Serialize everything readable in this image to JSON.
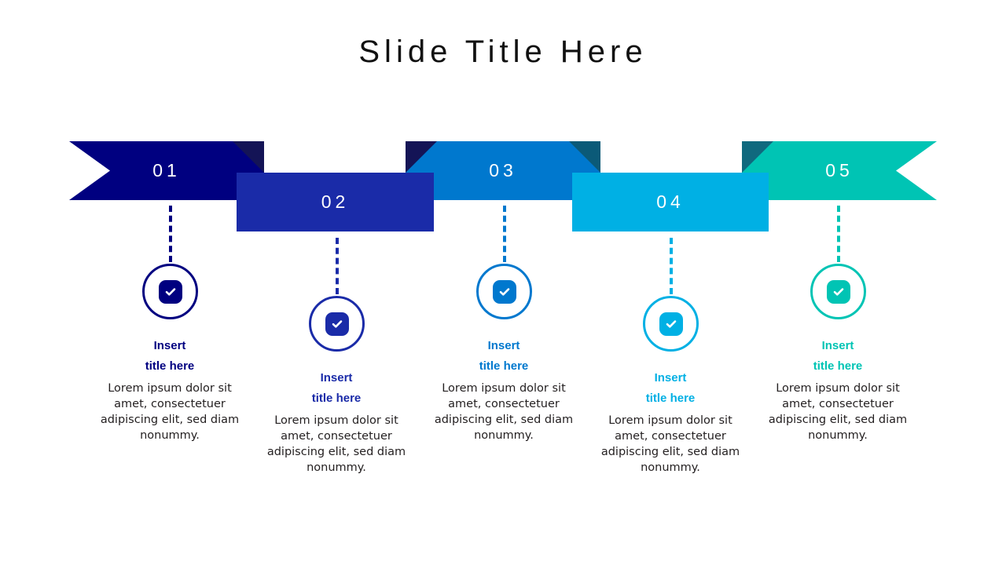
{
  "slide": {
    "title": "Slide Title Here",
    "background": "#ffffff"
  },
  "items": [
    {
      "number": "01",
      "color": "#000080",
      "fold_color": "#141456",
      "title": "Insert\ntitle here",
      "body": "Lorem ipsum dolor sit amet, consectetuer adipiscing elit, sed diam nonummy.",
      "icon": "check-icon"
    },
    {
      "number": "02",
      "color": "#1A2BA8",
      "fold_color": "#101a6b",
      "title": "Insert\ntitle here",
      "body": "Lorem ipsum dolor sit amet, consectetuer adipiscing elit, sed diam nonummy.",
      "icon": "check-icon"
    },
    {
      "number": "03",
      "color": "#0078CE",
      "fold_color": "#0b5a78",
      "title": "Insert\ntitle here",
      "body": "Lorem ipsum dolor sit amet, consectetuer adipiscing elit, sed diam nonummy.",
      "icon": "check-icon"
    },
    {
      "number": "04",
      "color": "#00B0E4",
      "fold_color": "#0b7a96",
      "title": "Insert\ntitle here",
      "body": "Lorem ipsum dolor sit amet, consectetuer adipiscing elit, sed diam nonummy.",
      "icon": "check-icon"
    },
    {
      "number": "05",
      "color": "#00C4B4",
      "fold_color": "#10697e",
      "title": "Insert\ntitle here",
      "body": "Lorem ipsum dolor sit amet, consectetuer adipiscing elit, sed diam nonummy.",
      "icon": "check-icon"
    }
  ]
}
